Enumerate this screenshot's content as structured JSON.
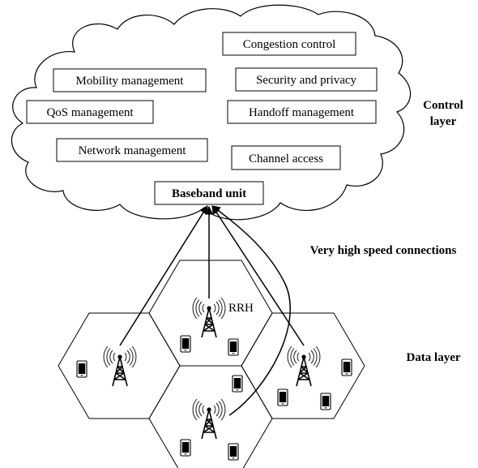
{
  "control_layer": {
    "label_line1": "Control",
    "label_line2": "layer",
    "functions": [
      "Congestion control",
      "Mobility management",
      "Security and privacy",
      "QoS management",
      "Handoff management",
      "Network management",
      "Channel access"
    ],
    "baseband_unit": "Baseband unit"
  },
  "connections_label": "Very high speed connections",
  "data_layer": {
    "label": "Data layer",
    "rrh_label": "RRH"
  },
  "icons": {
    "tower": "radio-tower-icon",
    "phone": "mobile-phone-icon"
  },
  "colors": {
    "stroke": "#000000",
    "background": "#ffffff"
  }
}
